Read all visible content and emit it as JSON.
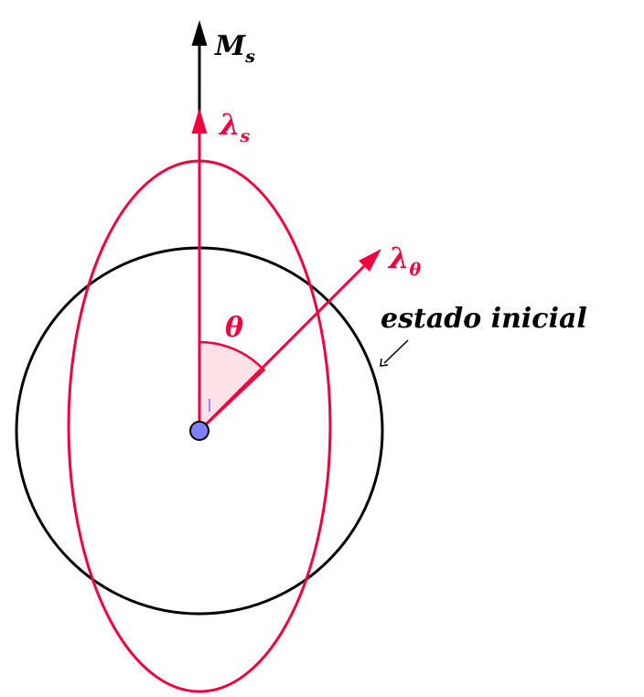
{
  "labels": {
    "magnetization": "M",
    "magnetization_sub": "s",
    "lambda_s": "λ",
    "lambda_s_sub": "s",
    "lambda_theta": "λ",
    "lambda_theta_sub": "θ",
    "angle": "θ",
    "initial_state": "estado inicial"
  },
  "colors": {
    "black": "#000000",
    "red": "#f0003c",
    "angle_fill": "#ffe2e8",
    "center_dot": "#8080ff"
  }
}
